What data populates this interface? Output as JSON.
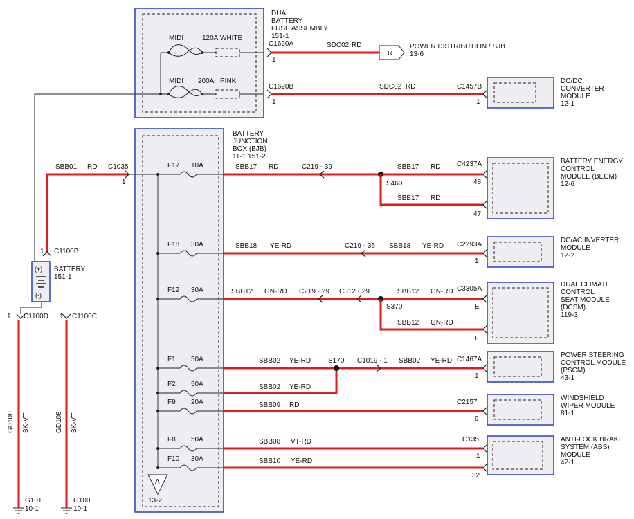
{
  "dbfa": {
    "lines": [
      "DUAL",
      "BATTERY",
      "FUSE ASSEMBLY",
      "151-1"
    ]
  },
  "midi1": {
    "name": "MIDI",
    "rating": "120A",
    "color": "WHITE"
  },
  "midi2": {
    "name": "MIDI",
    "rating": "200A",
    "color": "PINK"
  },
  "c1620a": {
    "conn": "C1620A",
    "pin": "1",
    "circuit": "SDC02",
    "color": "RD",
    "flag": "R",
    "dest": "POWER DISTRIBUTION / SJB",
    "page": "13-6"
  },
  "c1620b": {
    "conn": "C1620B",
    "pin": "1",
    "circuit": "SDC02",
    "color": "RD",
    "to_conn": "C1457B",
    "to_pin": "1"
  },
  "dcdc": {
    "lines": [
      "DC/DC",
      "CONVERTER",
      "MODULE",
      "12-1"
    ]
  },
  "bjb": {
    "lines": [
      "BATTERY",
      "JUNCTION",
      "BOX (BJB)",
      "11-1   151-2"
    ],
    "ref": "13-2",
    "ground": "A"
  },
  "sbb01": {
    "circuit": "SBB01",
    "color": "RD",
    "conn": "C1035",
    "pin": "1"
  },
  "battery": {
    "conn": "C1100B",
    "pin": "1",
    "name": "BATTERY",
    "ref": "151-1",
    "plus": "(+)",
    "minus": "(-)"
  },
  "gnd_left": {
    "conn": "C1100D",
    "pin": "1",
    "circuit": "GD108",
    "color": "BK-VT",
    "ground": "G101",
    "page": "10-1"
  },
  "gnd_right": {
    "conn": "C1100C",
    "pin": "1",
    "circuit": "GD108",
    "color": "BK-VT",
    "ground": "G100",
    "page": "10-1"
  },
  "fuses": [
    {
      "id": "F17",
      "amp": "10A",
      "circuit": "SBB17",
      "color": "RD"
    },
    {
      "id": "F18",
      "amp": "30A",
      "circuit": "SBB18",
      "color": "YE-RD"
    },
    {
      "id": "F12",
      "amp": "30A",
      "circuit": "SBB12",
      "color": "GN-RD"
    },
    {
      "id": "F1",
      "amp": "50A",
      "circuit": "SBB02",
      "color": "YE-RD"
    },
    {
      "id": "F2",
      "amp": "50A",
      "circuit": "SBB02",
      "color": "YE-RD"
    },
    {
      "id": "F9",
      "amp": "20A",
      "circuit": "SBB09",
      "color": "RD"
    },
    {
      "id": "F8",
      "amp": "50A",
      "circuit": "SBB08",
      "color": "VT-RD"
    },
    {
      "id": "F10",
      "amp": "30A",
      "circuit": "SBB10",
      "color": "YE-RD"
    }
  ],
  "becm": {
    "inline": "C219 - 39",
    "splice": "S460",
    "conn": "C4237A",
    "pin_a": "48",
    "pin_b": "47",
    "circuit": "SBB17",
    "color": "RD",
    "lines": [
      "BATTERY ENERGY",
      "CONTROL",
      "MODULE (BECM)",
      "12-6"
    ]
  },
  "dcac": {
    "inline": "C219 - 36",
    "conn": "C2293A",
    "pin": "1",
    "circuit": "SBB18",
    "color": "YE-RD",
    "lines": [
      "DC/AC INVERTER",
      "MODULE",
      "12-2"
    ]
  },
  "dcsm": {
    "inline1": "C219 - 29",
    "inline2": "C312 - 29",
    "splice": "S370",
    "conn": "C3305A",
    "pin_a": "E",
    "pin_b": "F",
    "circuit": "SBB12",
    "color": "GN-RD",
    "lines": [
      "DUAL CLIMATE",
      "CONTROL",
      "SEAT MODULE",
      "(DCSM)",
      "119-3"
    ]
  },
  "pscm": {
    "splice": "S170",
    "inline": "C1019 - 1",
    "conn": "C1467A",
    "pin": "1",
    "circuit": "SBB02",
    "color": "YE-RD",
    "lines": [
      "POWER STEERING",
      "CONTROL MODULE",
      "(PSCM)",
      "43-1"
    ]
  },
  "wiper": {
    "conn": "C2157",
    "pin": "9",
    "circuit": "SBB09",
    "color": "RD",
    "lines": [
      "WINDSHIELD",
      "WIPER MODULE",
      "81-1"
    ]
  },
  "abs": {
    "conn": "C135",
    "pin_a": "1",
    "pin_b": "32",
    "lines": [
      "ANTI-LOCK BRAKE",
      "SYSTEM (ABS)",
      "MODULE",
      "42-1"
    ]
  }
}
